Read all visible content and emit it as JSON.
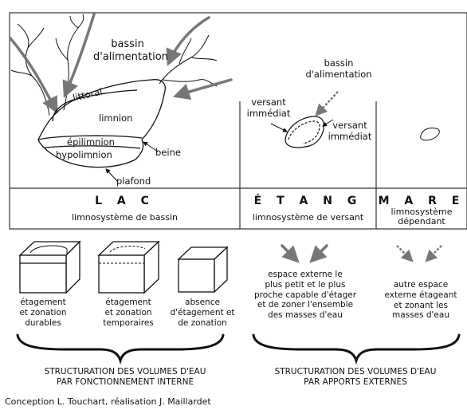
{
  "top": {
    "lac": {
      "bassin_line1": "bassin",
      "bassin_line2": "d'alimentation",
      "littoral": "littoral",
      "limnion": "limnion",
      "epilimnion": "épilimnion",
      "hypolimnion": "hypolimnion",
      "beine": "beine",
      "plafond": "plafond"
    },
    "etang": {
      "bassin_line1": "bassin",
      "bassin_line2": "d'alimentation",
      "versant_left_line1": "versant",
      "versant_left_line2": "immédiat",
      "versant_right_line1": "versant",
      "versant_right_line2": "immédiat"
    }
  },
  "headers": {
    "lac": {
      "title": "L A C",
      "subtitle": "limnosystème de bassin"
    },
    "etang": {
      "title": "É T A N G",
      "subtitle": "limnosystème de versant"
    },
    "mare": {
      "title": "M A R E",
      "subtitle_line1": "limnosystème",
      "subtitle_line2": "dépendant"
    }
  },
  "bottom": {
    "cubes": [
      {
        "line1": "étagement",
        "line2": "et zonation",
        "line3": "durables"
      },
      {
        "line1": "étagement",
        "line2": "et zonation",
        "line3": "temporaires"
      },
      {
        "line1": "absence",
        "line2": "d'étagement et",
        "line3": "de zonation"
      }
    ],
    "externe_left": {
      "line1": "espace externe le",
      "line2": "plus petit et le plus",
      "line3": "proche capable d'étager",
      "line4": "et de zoner l'ensemble",
      "line5": "des masses d'eau"
    },
    "externe_right": {
      "line1": "autre espace",
      "line2": "externe étageant",
      "line3": "et zonant les",
      "line4": "masses d'eau"
    },
    "caption_left": {
      "line1": "STRUCTURATION DES VOLUMES D'EAU",
      "line2": "PAR FONCTIONNEMENT INTERNE"
    },
    "caption_right": {
      "line1": "STRUCTURATION DES VOLUMES D'EAU",
      "line2": "PAR APPORTS EXTERNES"
    }
  },
  "credit": "Conception L. Touchart, réalisation J. Maillardet",
  "colors": {
    "frame": "#333333",
    "arrow_gray": "#777777",
    "ink": "#111111"
  }
}
